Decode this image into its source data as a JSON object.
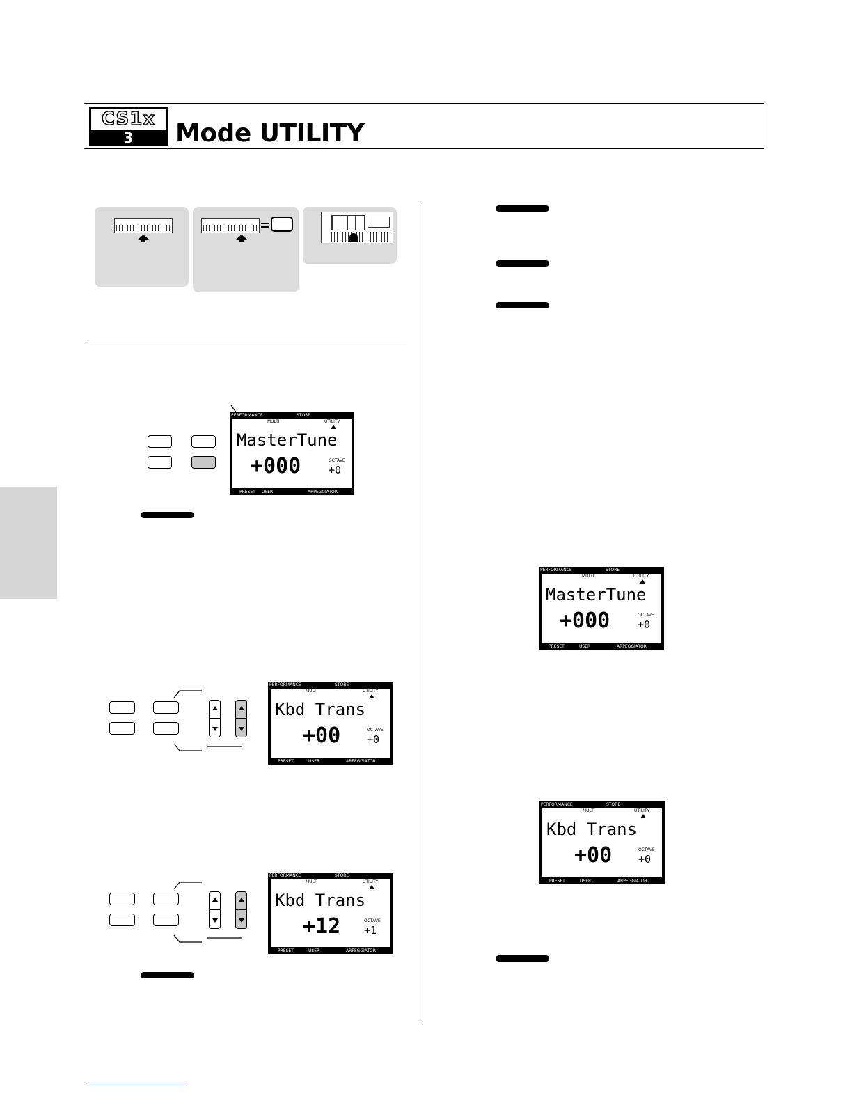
{
  "header": {
    "logo_text": "CS1x",
    "logo_number": "3",
    "title": "Mode UTILITY"
  },
  "lcd_labels": {
    "performance": "PERFORMANCE",
    "multi": "MULTI",
    "store": "STORE",
    "utility": "UTILITY",
    "preset": "PRESET",
    "user": "USER",
    "arpeggiator": "ARPEGGIATOR",
    "octave": "OCTAVE"
  },
  "displays": [
    {
      "param": "MasterTune",
      "value": "+000",
      "octave": "+0"
    },
    {
      "param": "Kbd Trans",
      "value": "+00",
      "octave": "+0"
    },
    {
      "param": "Kbd Trans",
      "value": "+12",
      "octave": "+1"
    },
    {
      "param": "MasterTune",
      "value": "+000",
      "octave": "+0"
    },
    {
      "param": "Kbd Trans",
      "value": "+00",
      "octave": "+0"
    }
  ],
  "colors": {
    "thumb_bg": "#dcdcdc",
    "side_tab": "#d6d6d6",
    "button_pressed": "#c8c8c8"
  }
}
